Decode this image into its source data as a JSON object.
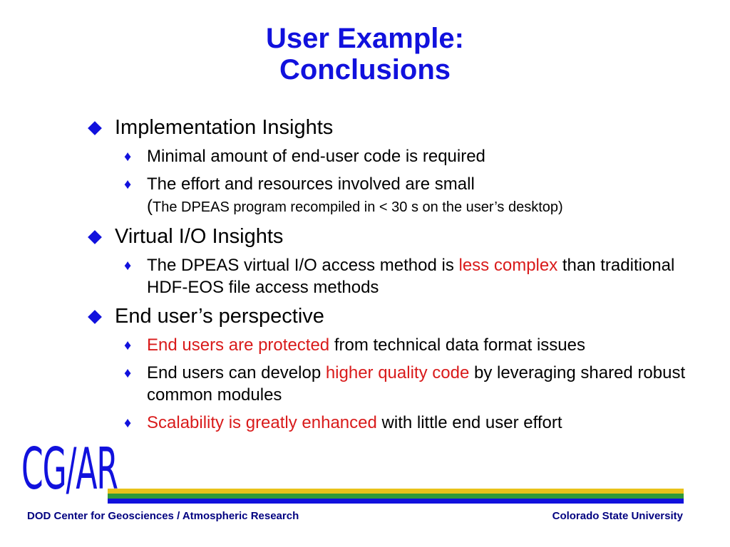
{
  "title": {
    "line1": "User Example:",
    "line2": "Conclusions"
  },
  "sections": [
    {
      "heading": "Implementation Insights",
      "items": [
        {
          "text": "Minimal amount of end-user code is required"
        },
        {
          "text": "The effort and resources involved are small",
          "note_paren": "(",
          "note": "The DPEAS program recompiled in < 30 s on the user’s desktop)"
        }
      ]
    },
    {
      "heading": "Virtual I/O Insights",
      "items": [
        {
          "pre": "The DPEAS virtual I/O access method is ",
          "highlight": "less complex",
          "post": " than traditional HDF-EOS file access methods"
        }
      ]
    },
    {
      "heading": "End user’s perspective",
      "items": [
        {
          "highlight": "End users are protected",
          "post": " from technical data format issues"
        },
        {
          "pre": "End users can develop ",
          "highlight": "higher quality code",
          "post": " by leveraging shared robust common modules"
        },
        {
          "highlight": "Scalability is greatly enhanced",
          "post": " with little end user effort"
        }
      ]
    }
  ],
  "logo": {
    "text": "CG/AR"
  },
  "footer": {
    "left": "DOD Center for Geosciences / Atmospheric Research",
    "right": "Colorado State University"
  },
  "colors": {
    "title": "#1111dd",
    "highlight": "#d91b1b",
    "stripes": [
      "#e8c21a",
      "#2f9a3a",
      "#1111dd"
    ]
  },
  "icons": {
    "level1_bullet": "blue-diamond-icon",
    "level2_bullet": "small-diamond-icon"
  }
}
